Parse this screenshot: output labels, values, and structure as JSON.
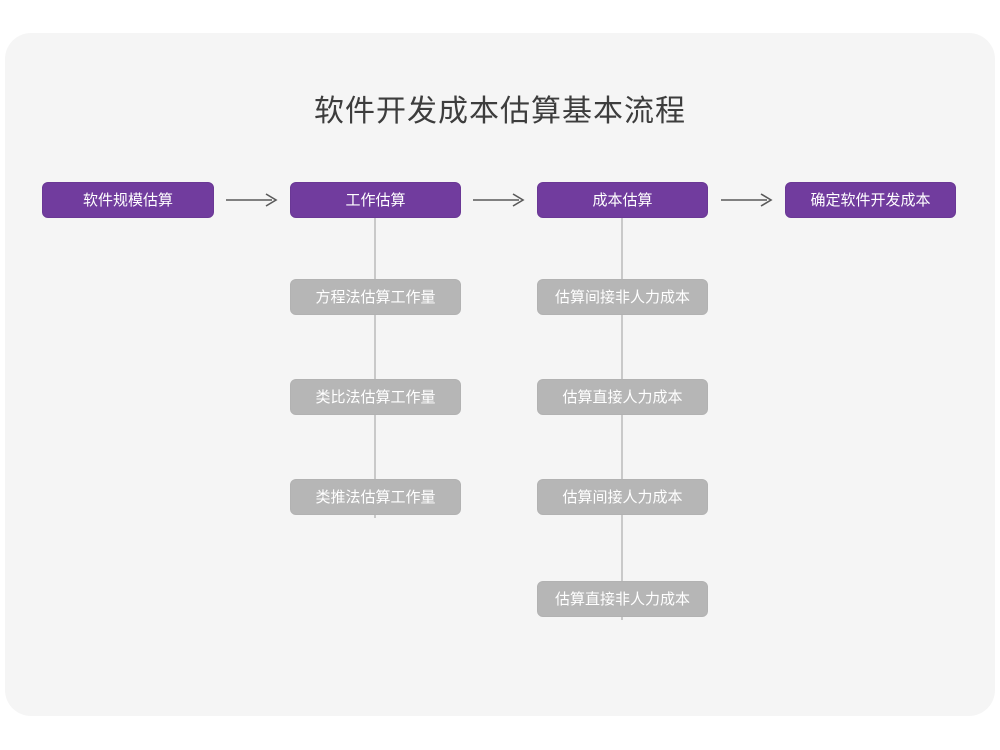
{
  "diagram": {
    "title": "软件开发成本估算基本流程",
    "colors": {
      "background": "#ffffff",
      "card": "#f5f5f5",
      "primary_node": "#713C9E",
      "secondary_node": "#b6b6b6",
      "node_text": "#ffffff",
      "title_text": "#3d3d3d",
      "connector": "#c9c9c9",
      "arrow": "#595959"
    },
    "main_flow": [
      {
        "label": "软件规模估算"
      },
      {
        "label": "工作估算"
      },
      {
        "label": "成本估算"
      },
      {
        "label": "确定软件开发成本"
      }
    ],
    "arrows": [
      {
        "name": "arrow-1",
        "glyph": "→"
      },
      {
        "name": "arrow-2",
        "glyph": "→"
      },
      {
        "name": "arrow-3",
        "glyph": "→"
      }
    ],
    "branches": {
      "work_estimation": [
        {
          "label": "方程法估算工作量"
        },
        {
          "label": "类比法估算工作量"
        },
        {
          "label": "类推法估算工作量"
        }
      ],
      "cost_estimation": [
        {
          "label": "估算间接非人力成本"
        },
        {
          "label": "估算直接人力成本"
        },
        {
          "label": "估算间接人力成本"
        },
        {
          "label": "估算直接非人力成本"
        }
      ]
    }
  }
}
